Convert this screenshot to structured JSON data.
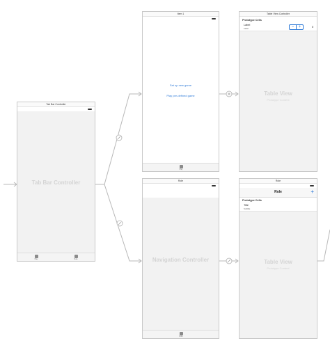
{
  "scenes": {
    "tab_bar": {
      "title": "Tab Bar Controller",
      "body_label": "Tab Bar Controller",
      "tabs": [
        "Play",
        "Role"
      ]
    },
    "play_vc": {
      "title": "Item 1",
      "links": [
        "Set up new game",
        "Play pre-defined game"
      ],
      "tab_label": "Play"
    },
    "play_table": {
      "title": "Table View Controller",
      "section": "Prototype Cells",
      "cell_title": "Label",
      "cell_subtitle": "Label",
      "stepper_minus": "−",
      "stepper_plus": "+",
      "value": "0",
      "body_label": "Table View",
      "body_sublabel": "Prototype Content"
    },
    "role_nav": {
      "title": "Role",
      "body_label": "Navigation Controller",
      "tab_label": "Role"
    },
    "role_table": {
      "title": "Role",
      "nav_title": "Role",
      "add_icon": "+",
      "section": "Prototype Cells",
      "cell_title": "Title",
      "cell_subtitle": "Subtitle",
      "body_label": "Table View",
      "body_sublabel": "Prototype Content"
    }
  }
}
